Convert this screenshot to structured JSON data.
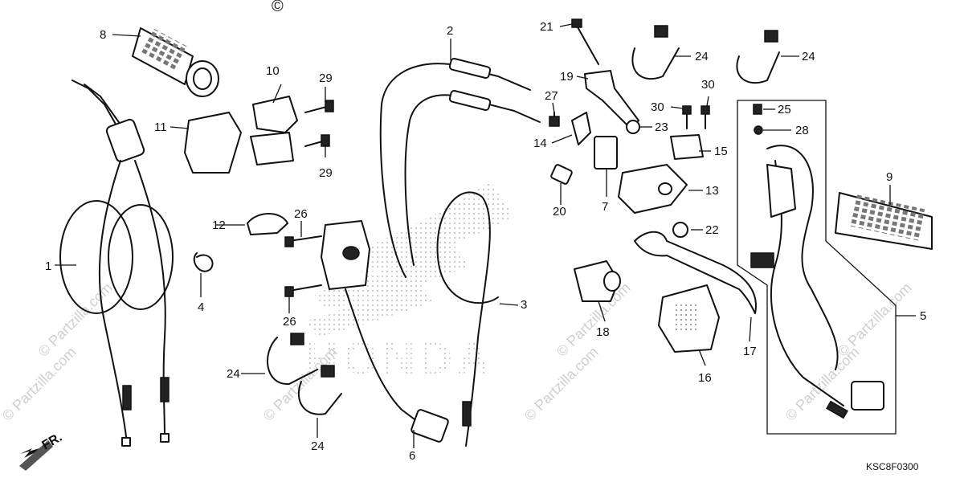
{
  "copyright_symbol": "©",
  "diagram_code": "KSC8F0300",
  "front_indicator": "FR.",
  "brand_background": "HONDA",
  "watermark_text": "© Partzilla.com",
  "callouts": {
    "c1": "1",
    "c2": "2",
    "c3": "3",
    "c4": "4",
    "c5": "5",
    "c6": "6",
    "c7": "7",
    "c8": "8",
    "c9": "9",
    "c10": "10",
    "c11": "11",
    "c12": "12",
    "c13": "13",
    "c14": "14",
    "c15": "15",
    "c16": "16",
    "c17": "17",
    "c18": "18",
    "c19": "19",
    "c20": "20",
    "c21": "21",
    "c22": "22",
    "c23": "23",
    "c24a": "24",
    "c24b": "24",
    "c24c": "24",
    "c24d": "24",
    "c25": "25",
    "c26a": "26",
    "c26b": "26",
    "c27": "27",
    "c28": "28",
    "c29a": "29",
    "c29b": "29",
    "c30a": "30",
    "c30b": "30"
  }
}
